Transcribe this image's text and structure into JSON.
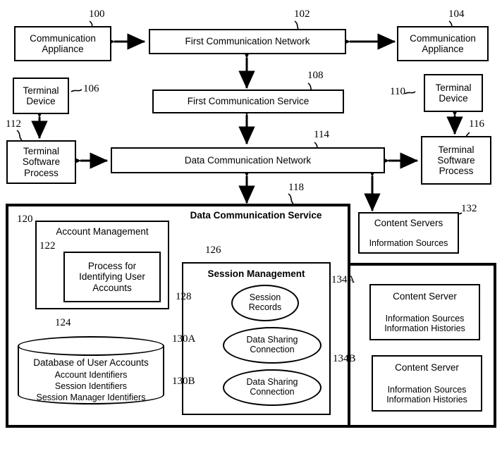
{
  "figure": {
    "title": "Data Communication System Block Diagram",
    "line_color": "#000000",
    "background": "#ffffff"
  },
  "nodes": {
    "comm_appliance_left": {
      "ref": "100",
      "lines": [
        "Communication",
        "Appliance"
      ]
    },
    "first_comm_network": {
      "ref": "102",
      "lines": [
        "First Communication Network"
      ]
    },
    "comm_appliance_right": {
      "ref": "104",
      "lines": [
        "Communication",
        "Appliance"
      ]
    },
    "terminal_device_left": {
      "ref": "106",
      "lines": [
        "Terminal",
        "Device"
      ]
    },
    "first_comm_service": {
      "ref": "108",
      "lines": [
        "First Communication Service"
      ]
    },
    "terminal_device_right": {
      "ref": "110",
      "lines": [
        "Terminal",
        "Device"
      ]
    },
    "terminal_software_left": {
      "ref": "112",
      "lines": [
        "Terminal",
        "Software",
        "Process"
      ]
    },
    "data_comm_network": {
      "ref": "114",
      "lines": [
        "Data Communication Network"
      ]
    },
    "terminal_software_right": {
      "ref": "116",
      "lines": [
        "Terminal",
        "Software",
        "Process"
      ]
    },
    "data_comm_service": {
      "ref": "118",
      "title_lines": [
        "Data Communication",
        "Service"
      ]
    },
    "account_management": {
      "ref": "120",
      "title": "Account Management"
    },
    "process_identify": {
      "ref": "122",
      "lines": [
        "Process for",
        "Identifying User",
        "Accounts"
      ]
    },
    "database_user_accounts": {
      "ref": "124",
      "heading": "Database of User Accounts",
      "items": [
        "Account Identifiers",
        "Session Identifiers",
        "Session Manager Identifiers"
      ]
    },
    "session_management": {
      "ref": "126",
      "title": "Session Management"
    },
    "session_records": {
      "ref": "128",
      "lines": [
        "Session",
        "Records"
      ]
    },
    "data_sharing_connection_a": {
      "ref": "130A",
      "lines": [
        "Data Sharing",
        "Connection"
      ]
    },
    "data_sharing_connection_b": {
      "ref": "130B",
      "lines": [
        "Data Sharing",
        "Connection"
      ]
    },
    "content_servers": {
      "ref": "132",
      "heading": "Content Servers",
      "sub": [
        "Information Sources"
      ]
    },
    "content_server_a": {
      "ref": "134A",
      "heading": "Content Server",
      "sub": [
        "Information Sources",
        "Information Histories"
      ]
    },
    "content_server_b": {
      "ref": "134B",
      "heading": "Content Server",
      "sub": [
        "Information Sources",
        "Information Histories"
      ]
    }
  }
}
